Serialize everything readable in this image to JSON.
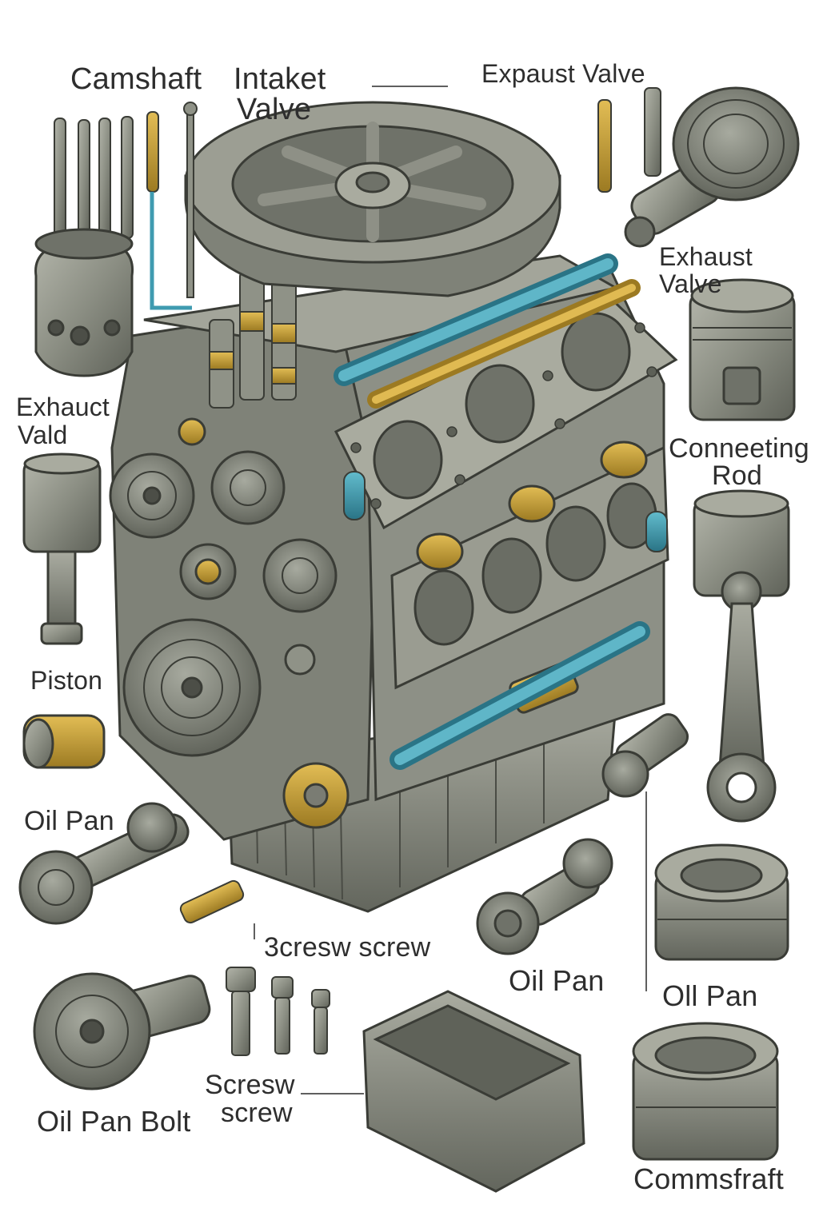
{
  "labels": {
    "camshaft": "Camshaft",
    "intake_line1": "Intaket",
    "intake_line2": "Valve",
    "expaust_valve": "Expaust Valve",
    "exhaust_valve": "Exhaust Valve",
    "exhauct_line1": "Exhauct",
    "exhauct_line2": "Vald",
    "conneting_line1": "Conneeting",
    "conneting_line2": "Rod",
    "piston": "Piston",
    "oil_pan_left": "Oil Pan",
    "screw_mid": "3cresw screw",
    "oil_pan_center": "Oil Pan",
    "oil_pan_right": "Oll Pan",
    "oil_pan_bolt": "Oil Pan Bolt",
    "screw_lower_line1": "Scresw",
    "screw_lower_line2": "screw",
    "commsfraft": "Commsfraft"
  },
  "colors": {
    "metal": "#8a8d82",
    "metal_dark": "#5e6158",
    "metal_light": "#b7b9ae",
    "brass": "#c9a23a",
    "teal": "#3f9bb0",
    "outline": "#3a3c36"
  }
}
